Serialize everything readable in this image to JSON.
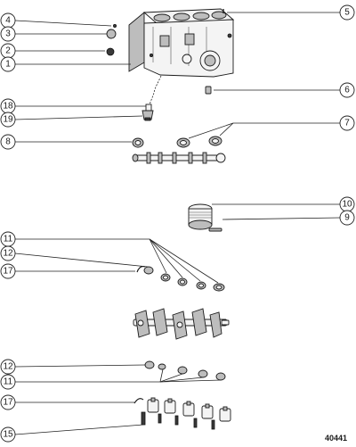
{
  "callouts": [
    {
      "id": "c4",
      "label": "4"
    },
    {
      "id": "c3",
      "label": "3"
    },
    {
      "id": "c2",
      "label": "2"
    },
    {
      "id": "c1",
      "label": "1"
    },
    {
      "id": "c5",
      "label": "5"
    },
    {
      "id": "c6",
      "label": "6"
    },
    {
      "id": "c18",
      "label": "18"
    },
    {
      "id": "c19",
      "label": "19"
    },
    {
      "id": "c7",
      "label": "7"
    },
    {
      "id": "c8",
      "label": "8"
    },
    {
      "id": "c10",
      "label": "10"
    },
    {
      "id": "c9",
      "label": "9"
    },
    {
      "id": "c11a",
      "label": "11"
    },
    {
      "id": "c12a",
      "label": "12"
    },
    {
      "id": "c17a",
      "label": "17"
    },
    {
      "id": "c12b",
      "label": "12"
    },
    {
      "id": "c11b",
      "label": "11"
    },
    {
      "id": "c17b",
      "label": "17"
    },
    {
      "id": "c15",
      "label": "15"
    }
  ],
  "figure_number": "40441"
}
